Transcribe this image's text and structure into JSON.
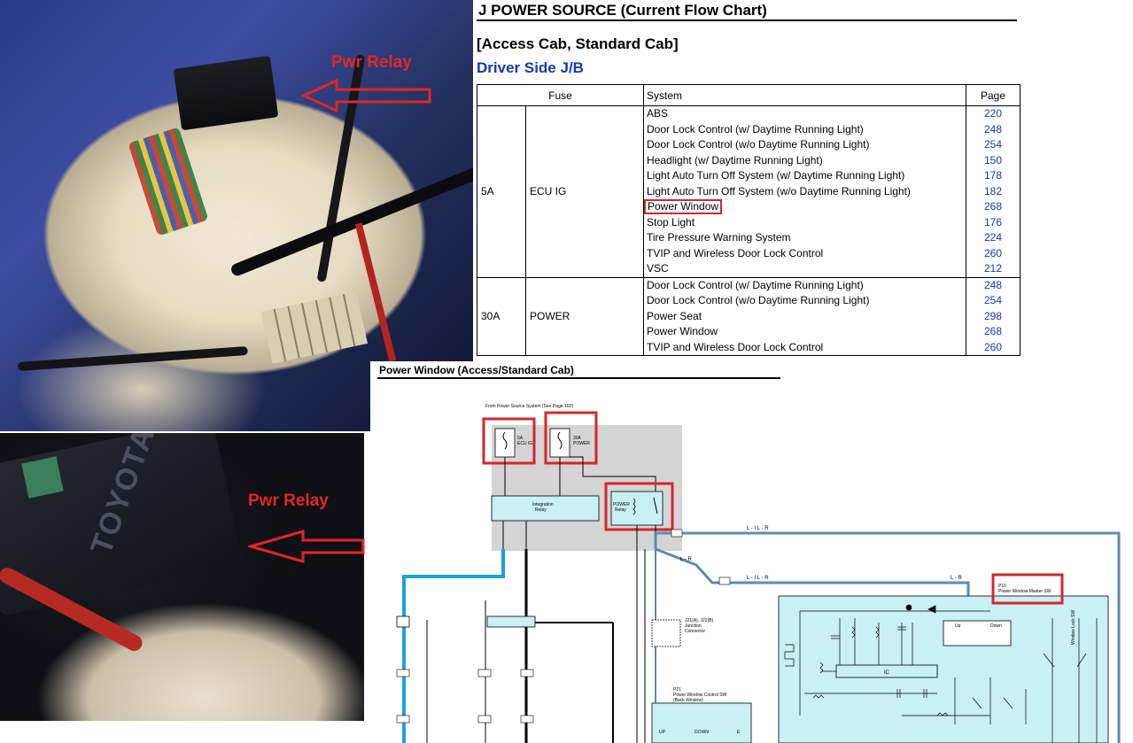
{
  "photo_labels": {
    "top": "Pwr Relay",
    "bottom": "Pwr Relay",
    "relay_marking": "TOYOTA"
  },
  "document": {
    "title": "J  POWER SOURCE (Current Flow Chart)",
    "subtitle": "[Access Cab, Standard Cab]",
    "junction_block": "Driver Side J/B",
    "columns": {
      "fuse": "Fuse",
      "system": "System",
      "page": "Page"
    },
    "rows": [
      {
        "amp": "5A",
        "name": "ECU IG",
        "systems": [
          {
            "system": "ABS",
            "page": "220"
          },
          {
            "system": "Door Lock Control (w/ Daytime Running Light)",
            "page": "248"
          },
          {
            "system": "Door Lock Control (w/o Daytime Running Light)",
            "page": "254"
          },
          {
            "system": "Headlight (w/ Daytime Running Light)",
            "page": "150"
          },
          {
            "system": "Light Auto Turn Off System (w/ Daytime Running Light)",
            "page": "178"
          },
          {
            "system": "Light Auto Turn Off System (w/o Daytime Running Light)",
            "page": "182"
          },
          {
            "system": "Power Window",
            "page": "268"
          },
          {
            "system": "Stop Light",
            "page": "176"
          },
          {
            "system": "Tire Pressure Warning System",
            "page": "224"
          },
          {
            "system": "TVIP and Wireless Door Lock Control",
            "page": "260"
          },
          {
            "system": "VSC",
            "page": "212"
          }
        ]
      },
      {
        "amp": "30A",
        "name": "POWER",
        "systems": [
          {
            "system": "Door Lock Control (w/ Daytime Running Light)",
            "page": "248"
          },
          {
            "system": "Door Lock Control (w/o Daytime Running Light)",
            "page": "254"
          },
          {
            "system": "Power Seat",
            "page": "298"
          },
          {
            "system": "Power Window",
            "page": "268"
          },
          {
            "system": "TVIP and Wireless Door Lock Control",
            "page": "260"
          }
        ]
      }
    ],
    "highlight_color": "#d7252b",
    "page_link_color": "#1a35b8"
  },
  "diagram": {
    "title": "Power Window (Access/Standard Cab)",
    "from_label": "From Power Source System (See Page 102)",
    "fuse_5a": "5A",
    "fuse_5a_name": "ECU IG",
    "fuse_30a": "30A",
    "fuse_30a_name": "POWER",
    "integration_relay": "Integration",
    "integration_relay_2": "Relay",
    "power_relay": "POWER",
    "power_relay_2": "Relay",
    "master_sw_id": "P10",
    "master_sw_name": "Power Window Master SW",
    "control_sw_id": "P21",
    "control_sw_name": "Power Window Control SW",
    "control_sw_sub": "(Back Window)",
    "junction_connector": "J21(A), J22(B)",
    "junction_connector_2": "Junction",
    "junction_connector_3": "Connector",
    "wire_code_1": "L - I L - R",
    "wire_code_2": "L - R",
    "wire_code_3": "L - I L - R",
    "wire_code_4": "L - R",
    "ic_label": "IC",
    "up_label": "Up",
    "down_label": "Down",
    "up_btn": "UP",
    "down_btn": "DOWN",
    "e_label": "E",
    "lock_sw": "Window Lock SW",
    "highlight_color": "#d7252b",
    "wire_blue": "#1aa3d9",
    "wire_steel": "#5b8bb5",
    "panel_fill": "#c9f0f4",
    "relay_fill": "#c9f0f4"
  }
}
